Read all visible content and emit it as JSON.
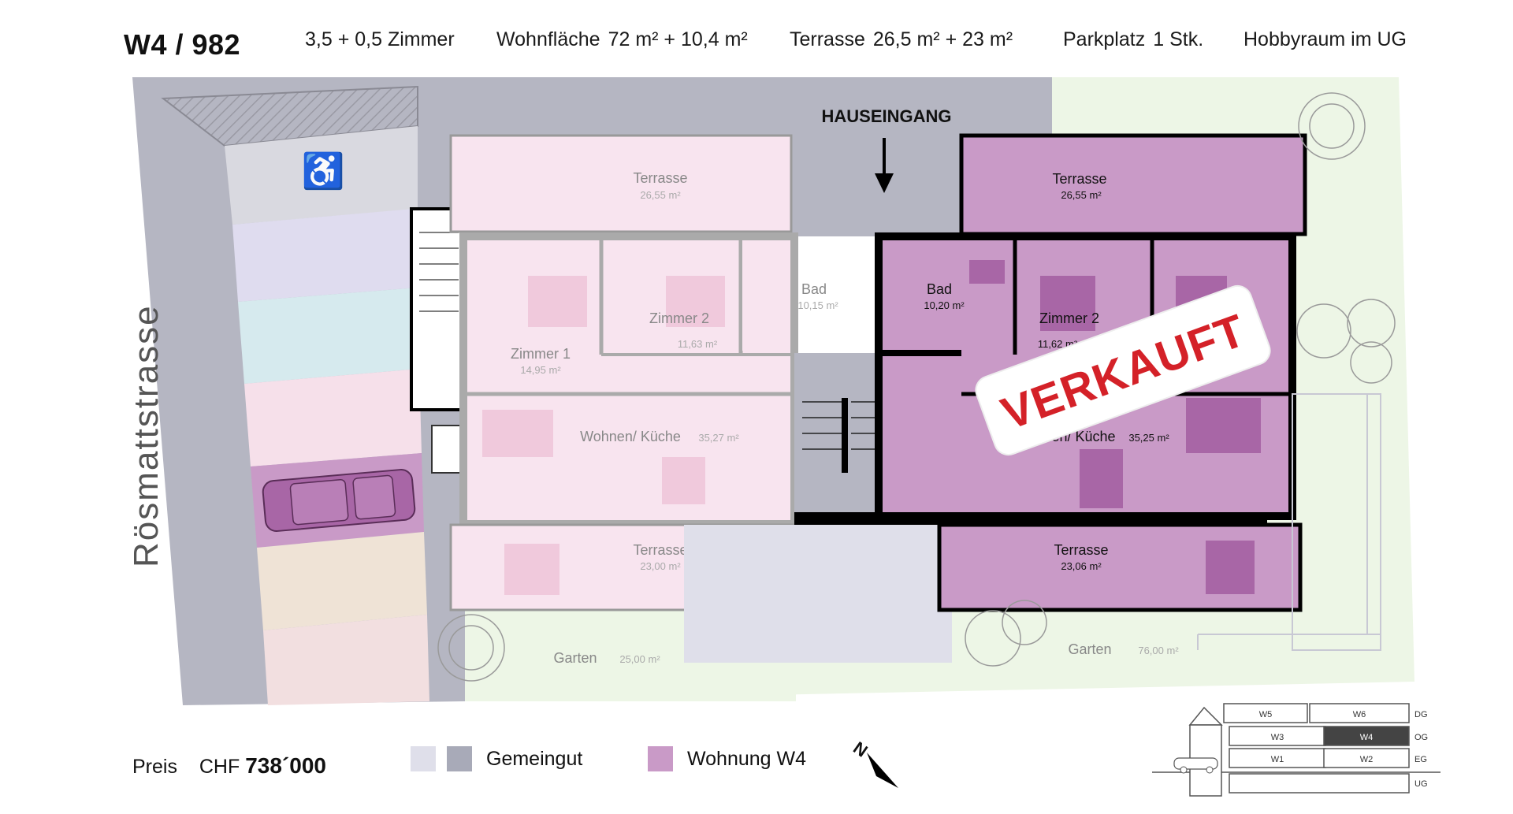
{
  "header": {
    "unit": "W4 / 982",
    "rooms": "3,5 + 0,5  Zimmer",
    "area_label": "Wohnfläche",
    "area_value": "72 m² + 10,4 m²",
    "terrace_label": "Terrasse",
    "terrace_value": "26,5 m² + 23 m²",
    "parking_label": "Parkplatz",
    "parking_value": "1 Stk.",
    "hobby": "Hobbyraum im UG"
  },
  "street": "Rösmattstrasse",
  "entrance": "HAUSEINGANG",
  "stamp": "VERKAUFT",
  "left_unit": {
    "terrace_top": {
      "label": "Terrasse",
      "area": "26,55 m²"
    },
    "terrace_bottom": {
      "label": "Terrasse",
      "area": "23,00 m²"
    },
    "room1": {
      "label": "Zimmer 1",
      "area": "14,95 m²"
    },
    "room2": {
      "label": "Zimmer 2",
      "area": "11,63 m²"
    },
    "bath": {
      "label": "Bad",
      "area": "10,15 m²"
    },
    "living": {
      "label": "Wohnen/ Küche",
      "area": "35,27 m²"
    },
    "garden": {
      "label": "Garten",
      "area": "25,00 m²"
    }
  },
  "right_unit": {
    "terrace_top": {
      "label": "Terrasse",
      "area": "26,55 m²"
    },
    "terrace_bottom": {
      "label": "Terrasse",
      "area": "23,06 m²"
    },
    "bath": {
      "label": "Bad",
      "area": "10,20 m²"
    },
    "room2": {
      "label": "Zimmer 2",
      "area": "11,62 m²"
    },
    "living": {
      "label": "nen/ Küche",
      "area": "35,25 m²"
    },
    "garden": {
      "label": "Garten",
      "area": "76,00 m²"
    }
  },
  "legend": {
    "common": "Gemeingut",
    "unit": "Wohnung W4"
  },
  "price": {
    "label": "Preis",
    "currency": "CHF",
    "value": "738´000"
  },
  "building": {
    "floors": [
      {
        "level": "DG",
        "left": "W5",
        "right": "W6"
      },
      {
        "level": "OG",
        "left": "W3",
        "right": "W4"
      },
      {
        "level": "EG",
        "left": "W1",
        "right": "W2"
      },
      {
        "level": "UG",
        "left": "",
        "right": ""
      }
    ],
    "highlight": "W4"
  },
  "colors": {
    "unit": "#c99ac7",
    "unit_dark": "#a866a6",
    "pale_pink": "#f8e4ef",
    "common_light": "#dfdfea",
    "common_dark": "#a8aab8",
    "garden": "#edf6e6",
    "stamp_red": "#d42128"
  }
}
